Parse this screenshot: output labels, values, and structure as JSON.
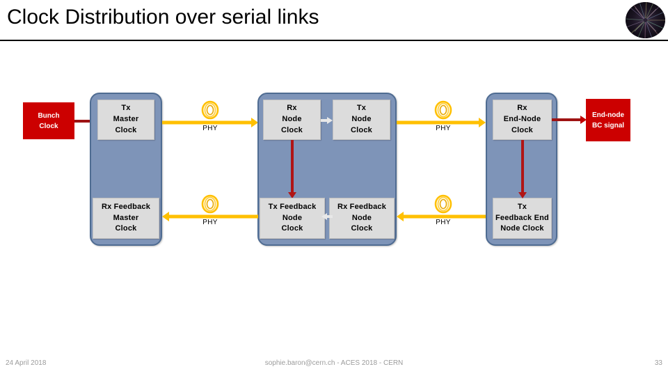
{
  "header": {
    "title": "Clock Distribution over serial links",
    "logo_name": "cern-event-display-logo"
  },
  "diagram": {
    "sources": [
      {
        "id": "bunch-clock",
        "label": "Bunch\nClock"
      },
      {
        "id": "end-node-bc",
        "label": "End-node\nBC signal"
      }
    ],
    "nodes": [
      {
        "id": "master-node",
        "boxes": [
          {
            "id": "tx-master-clock",
            "label": "Tx\nMaster\nClock"
          },
          {
            "id": "rx-feedback-master-clock",
            "label": "Rx Feedback\nMaster\nClock"
          }
        ]
      },
      {
        "id": "intermediate-node",
        "boxes": [
          {
            "id": "rx-node-clock",
            "label": "Rx\nNode\nClock"
          },
          {
            "id": "tx-node-clock",
            "label": "Tx\nNode\nClock"
          },
          {
            "id": "tx-feedback-node-clock",
            "label": "Tx Feedback\nNode\nClock"
          },
          {
            "id": "rx-feedback-node-clock",
            "label": "Rx Feedback\nNode\nClock"
          }
        ]
      },
      {
        "id": "end-node",
        "boxes": [
          {
            "id": "rx-end-node-clock",
            "label": "Rx\nEnd-Node\nClock"
          },
          {
            "id": "tx-feedback-end-node-clock",
            "label": "Tx\nFeedback End\nNode Clock"
          }
        ]
      }
    ],
    "links": [
      {
        "id": "phy-1",
        "label": "PHY",
        "direction": "right"
      },
      {
        "id": "phy-2",
        "label": "PHY",
        "direction": "right"
      },
      {
        "id": "phy-3",
        "label": "PHY",
        "direction": "left"
      },
      {
        "id": "phy-4",
        "label": "PHY",
        "direction": "left"
      }
    ],
    "colors": {
      "node_fill": "#7E94B8",
      "node_border": "#4F6C92",
      "clock_box_fill": "#DCDCDC",
      "red_box_fill": "#CC0000",
      "fiber": "#FFC000",
      "red_arrow": "#B01515"
    }
  },
  "footer": {
    "date": "24 April 2018",
    "center": "sophie.baron@cern.ch - ACES 2018 - CERN",
    "page": "33"
  }
}
